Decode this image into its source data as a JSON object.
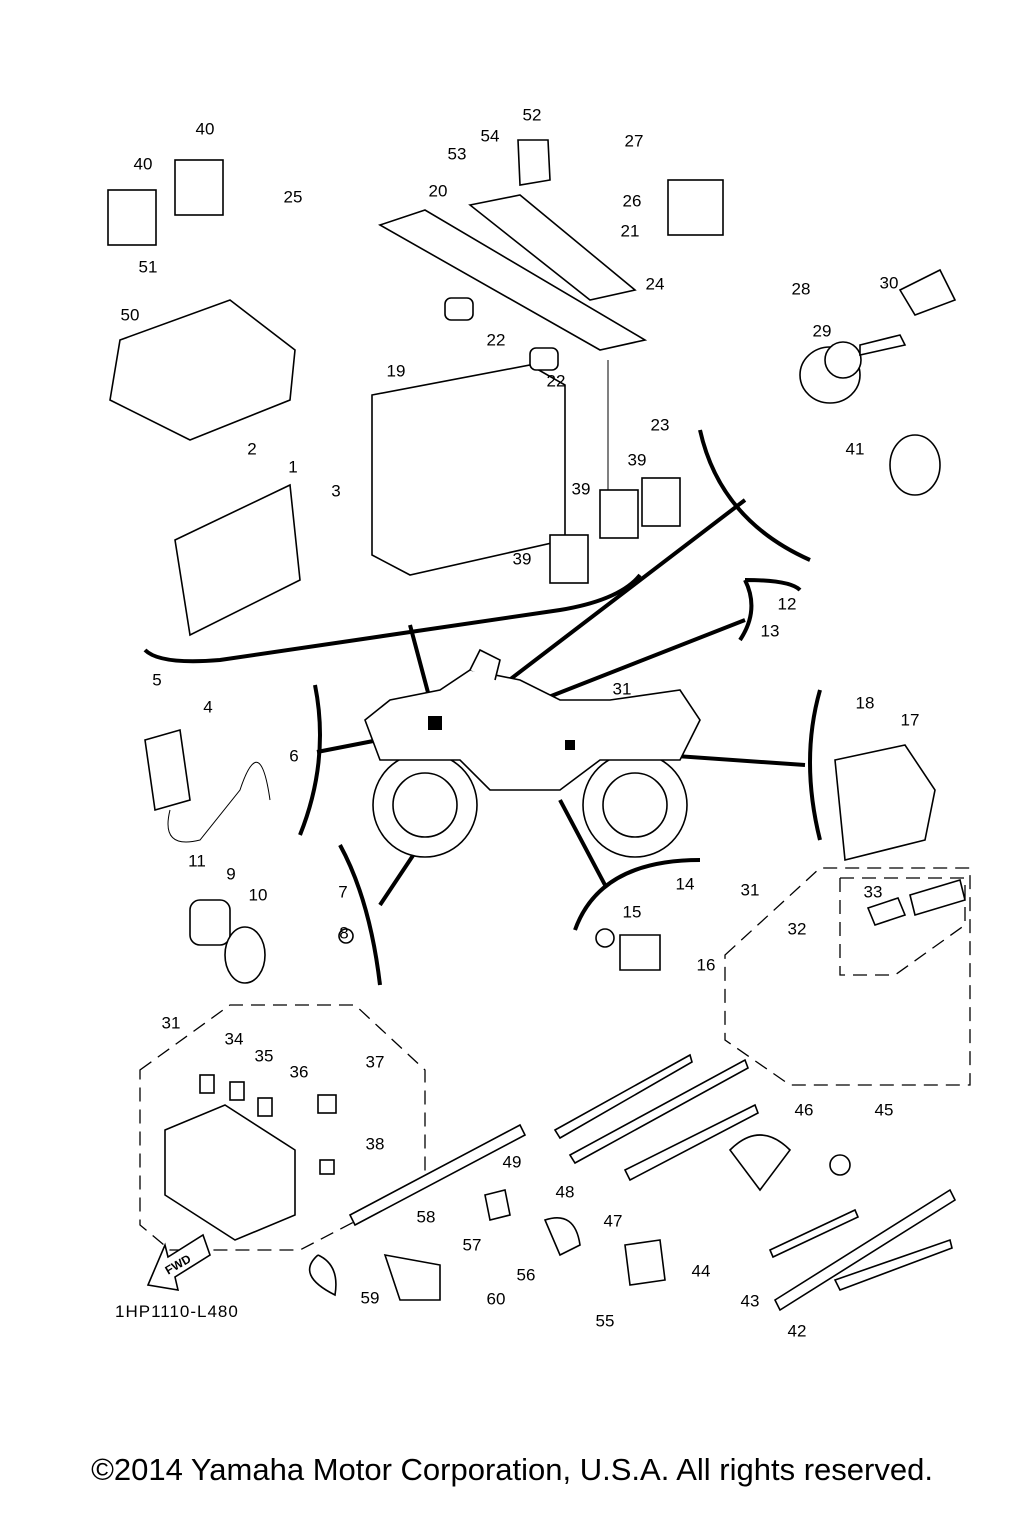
{
  "diagram": {
    "drawing_code": "1HP1110-L480",
    "fwd_label": "FWD",
    "callouts": [
      "40",
      "40",
      "25",
      "51",
      "50",
      "52",
      "54",
      "53",
      "27",
      "20",
      "26",
      "21",
      "24",
      "28",
      "30",
      "29",
      "22",
      "22",
      "19",
      "23",
      "41",
      "2",
      "1",
      "3",
      "39",
      "39",
      "39",
      "12",
      "13",
      "5",
      "4",
      "31",
      "18",
      "17",
      "6",
      "11",
      "9",
      "7",
      "10",
      "8",
      "14",
      "31",
      "15",
      "32",
      "33",
      "16",
      "31",
      "34",
      "35",
      "36",
      "37",
      "38",
      "46",
      "45",
      "49",
      "48",
      "47",
      "58",
      "57",
      "56",
      "44",
      "59",
      "60",
      "43",
      "55",
      "42"
    ]
  },
  "footer": {
    "copyright": "©2014 Yamaha Motor Corporation, U.S.A. All rights reserved."
  }
}
